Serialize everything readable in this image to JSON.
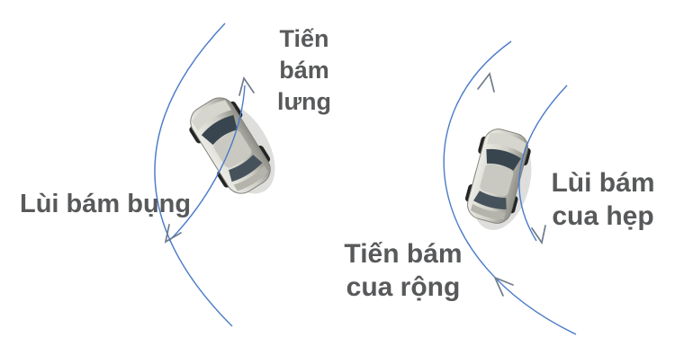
{
  "colors": {
    "background": "#ffffff",
    "arc": "#4b7bc8",
    "arrow": "#6f7b8c",
    "text": "#58595b"
  },
  "labels": {
    "forward_hug_back": [
      "Tiến",
      "bám",
      "lưng"
    ],
    "reverse_hug_belly": [
      "Lùi bám bụng"
    ],
    "forward_hug_wide_curve": [
      "Tiến bám",
      "cua rộng"
    ],
    "reverse_hug_narrow_curve": [
      "Lùi bám",
      "cua hẹp"
    ]
  }
}
